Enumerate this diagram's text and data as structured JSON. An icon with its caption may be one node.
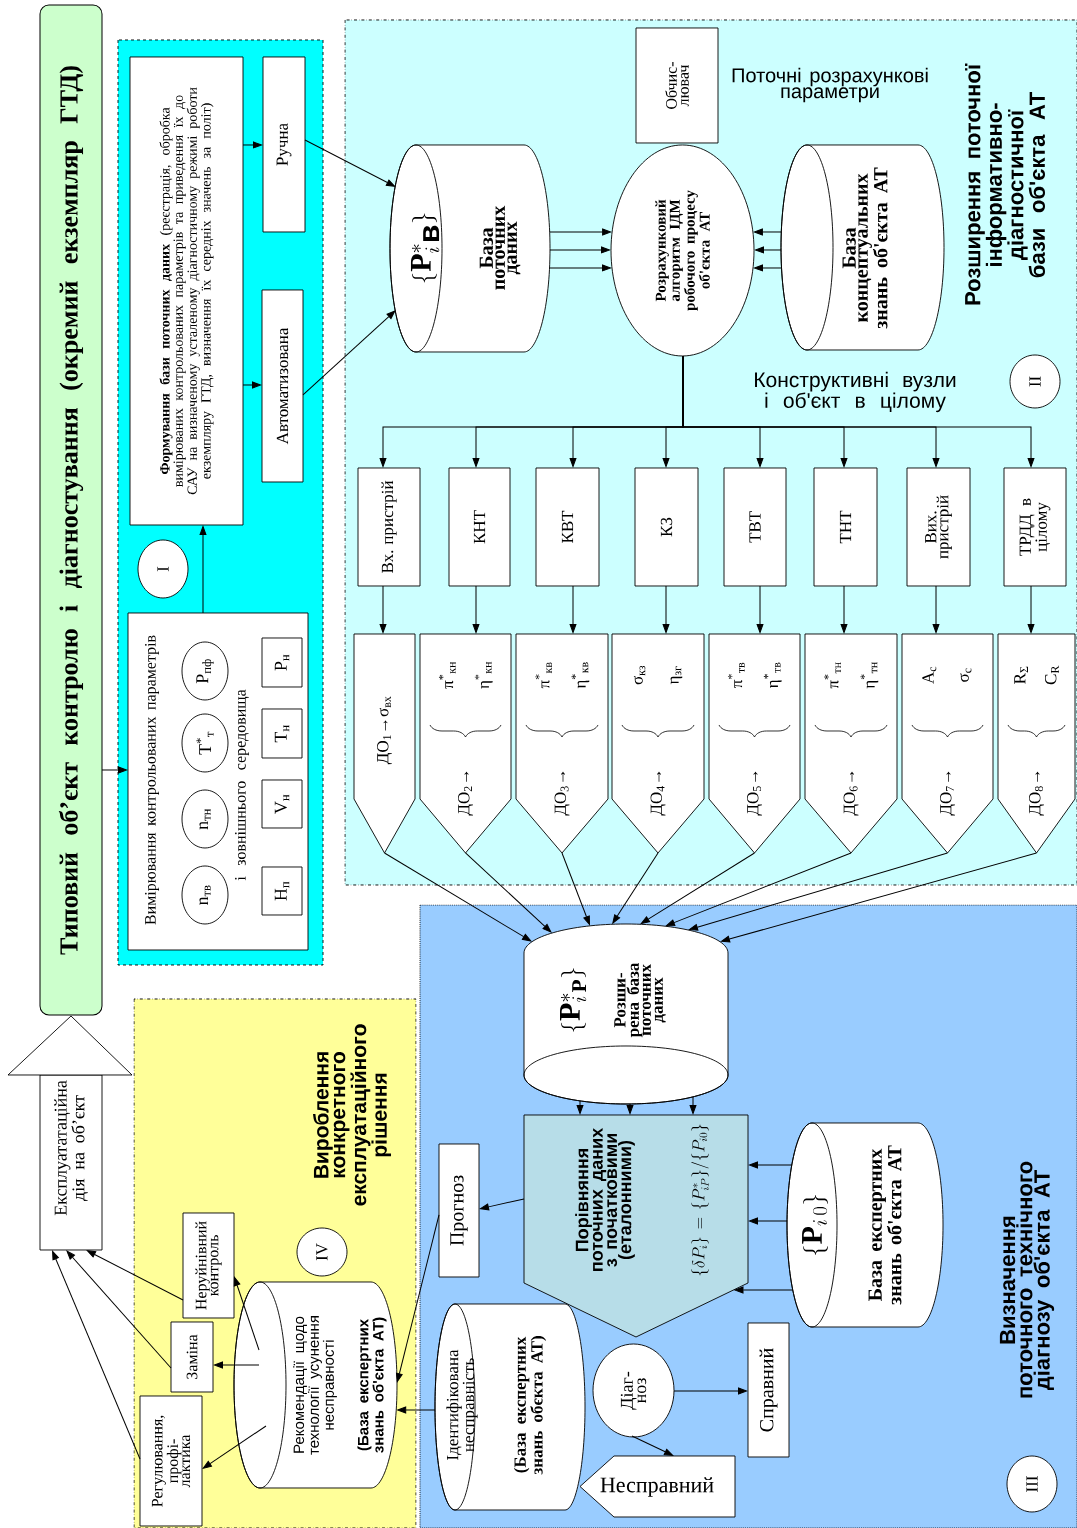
{
  "diagram": {
    "nodes": [
      {
        "text": [
          "Типовий об’єкт контролю і діагностування (окремий екземпляр ГТД)"
        ]
      },
      {
        "text": [],
        "shape": "box"
      },
      {
        "text": [
          "**Формування бази поточних даних** (реєстрація, обробка вимірюваних контрольованих параметрів та приведення їх до САУ на визначеному усталеному діагностичному режимі роботи екземпляру ГТД, визначення їх середніх значень за політ)"
        ],
        "in": 1
      },
      {
        "text": [
          "Ручна"
        ],
        "in": 1
      },
      {
        "text": [
          "Автоматизована"
        ],
        "in": 1
      },
      {
        "text": [
          "I"
        ],
        "in": 1
      },
      {
        "text": [
          "Вимірювання контрольованих параметрів",
          "і зовнішнього середовища"
        ],
        "in": 1
      },
      {
        "text": [
          "n$_{тв}$"
        ],
        "in": 6
      },
      {
        "text": [
          "n$_{тн}$"
        ],
        "in": 6
      },
      {
        "text": [
          "T$^{*}$$_{т}$"
        ],
        "in": 6
      },
      {
        "text": [
          "P$_{пф}$"
        ],
        "in": 6
      },
      {
        "text": [
          "H$_{п}$"
        ],
        "in": 6
      },
      {
        "text": [
          "V$_{н}$"
        ],
        "in": 6
      },
      {
        "text": [
          "T$_{н}$"
        ],
        "in": 6
      },
      {
        "text": [
          "P$_{н}$"
        ],
        "in": 6
      },
      {
        "text": [
          "Розширення поточної інформативно-діагностичної бази об'єкта АТ"
        ]
      },
      {
        "text": [
          "\\{\\mathbf{P}^{*}_{i\\,\\mbox{в}}\\}",
          "База поточних даних"
        ],
        "in": 15
      },
      {
        "text": [
          "Обчис- лювач"
        ],
        "in": 15
      },
      {
        "text": [
          "Розрахунковий алгоритм ІДМ робочого процесу об'єкта АТ"
        ],
        "in": 15
      },
      {
        "text": [
          "База концептуальних знань об'єкта АТ"
        ],
        "in": 15
      },
      {
        "text": [
          "II"
        ],
        "in": 15
      },
      {
        "text": [
          "Вх. пристрій"
        ],
        "in": 15
      },
      {
        "text": [
          "КНТ"
        ],
        "in": 15
      },
      {
        "text": [
          "КВТ"
        ],
        "in": 15
      },
      {
        "text": [
          "КЗ"
        ],
        "in": 15
      },
      {
        "text": [
          "ТВТ"
        ],
        "in": 15
      },
      {
        "text": [
          "ТНТ"
        ],
        "in": 15
      },
      {
        "text": [
          "Вих. пристрій"
        ],
        "in": 15
      },
      {
        "text": [
          "ТРДД в цілому"
        ],
        "in": 15
      },
      {
        "text": [
          "ДО$_{1}$→σ$_{вх}$"
        ],
        "in": 15
      },
      {
        "text": [
          "ДО$_{2}$→",
          "π$^{*}$$_{кн}$",
          "η$^{*}$$_{кн}$"
        ],
        "in": 15
      },
      {
        "text": [
          "ДО$_{3}$→",
          "π$^{*}$$_{кв}$",
          "η$^{*}$$_{кв}$"
        ],
        "in": 15
      },
      {
        "text": [
          "ДО$_{4}$→",
          "σ$_{кз}$",
          "η$_{зг}$"
        ],
        "in": 15
      },
      {
        "text": [
          "ДО$_{5}$→",
          "π$^{*}$$_{тв}$",
          "η$^{*}$$_{тв}$"
        ],
        "in": 15
      },
      {
        "text": [
          "ДО$_{6}$→",
          "π$^{*}$$_{тн}$",
          "η$^{*}$$_{тн}$"
        ],
        "in": 15
      },
      {
        "text": [
          "ДО$_{7}$→",
          "A$_{с}$",
          "σ$_{с}$"
        ],
        "in": 15
      },
      {
        "text": [
          "ДО$_{8}$→",
          "R$_{Σ}$",
          "C$_{R}$"
        ],
        "in": 15
      },
      {
        "text": [
          "Визначення поточного технічного діагнозу об'єкта АТ"
        ]
      },
      {
        "text": [
          "\\{\\mathbf{P}^{*}_{i\\,\\mathbf{P}}\\}",
          "Розши- рена база поточних даних"
        ],
        "in": 37
      },
      {
        "text": [
          "Порівняння поточних даних з початковими (еталонними)",
          "\\{\\delta P_{i}\\}= \\{P^{*}_{i P}\\}/ \\{P_{i 0}\\}"
        ],
        "in": 37
      },
      {
        "text": [
          "\\{\\mathbf{P}_{i\\,0}\\}",
          "База експертних знань об'єкта АТ"
        ],
        "in": 37
      },
      {
        "text": [
          "Прогноз"
        ],
        "in": 37
      },
      {
        "text": [
          "Ідентифікована несправність",
          "(База експертних знань обєкта АТ)"
        ],
        "in": 37
      },
      {
        "text": [
          "Діаг- ноз"
        ],
        "in": 37
      },
      {
        "text": [
          "Справний"
        ],
        "in": 37
      },
      {
        "text": [
          "Несправний"
        ],
        "in": 37
      },
      {
        "text": [
          "III"
        ],
        "in": 37
      },
      {
        "text": [
          "Вироблення конкретного експлуатаційного рішення"
        ]
      },
      {
        "text": [
          "IV"
        ],
        "in": 47
      },
      {
        "text": [
          "Рекомендації щодо технології усунення несправності",
          "(База експертних знань об'єкта АТ)"
        ],
        "in": 47
      },
      {
        "text": [
          "Неруйнівний контроль"
        ],
        "in": 47
      },
      {
        "text": [
          "Заміна"
        ],
        "in": 47
      },
      {
        "text": [
          "Регулювання, профі- лактика"
        ],
        "in": 47
      },
      {
        "text": [
          "Експлуататаційна дія на об’єкт"
        ]
      }
    ],
    "edges": [
      {
        "from": 0,
        "to": 6,
        "arrow": "to"
      },
      {
        "from": 6,
        "to": 2,
        "arrow": "to"
      },
      {
        "from": 2,
        "to": 3,
        "arrow": "to"
      },
      {
        "from": 2,
        "to": 4,
        "arrow": "to"
      },
      {
        "from": 3,
        "to": 16,
        "arrow": "to"
      },
      {
        "from": 4,
        "to": 16,
        "arrow": "to"
      },
      {
        "from": 16,
        "to": 18,
        "arrow": "to"
      },
      {
        "from": 16,
        "to": 18,
        "arrow": "to"
      },
      {
        "from": 16,
        "to": 18,
        "arrow": "to"
      },
      {
        "from": 19,
        "to": 18,
        "arrow": "to"
      },
      {
        "from": 19,
        "to": 18,
        "arrow": "to"
      },
      {
        "from": 19,
        "to": 18,
        "arrow": "to"
      },
      {
        "from": 18,
        "to": 21,
        "arrow": "to"
      },
      {
        "from": 18,
        "to": 22,
        "arrow": "to"
      },
      {
        "from": 18,
        "to": 23,
        "arrow": "to"
      },
      {
        "from": 18,
        "to": 24,
        "arrow": "to"
      },
      {
        "from": 18,
        "to": 25,
        "arrow": "to"
      },
      {
        "from": 18,
        "to": 26,
        "arrow": "to"
      },
      {
        "from": 18,
        "to": 27,
        "arrow": "to"
      },
      {
        "from": 18,
        "to": 28,
        "arrow": "to"
      },
      {
        "from": 21,
        "to": 29,
        "arrow": "to"
      },
      {
        "from": 22,
        "to": 30,
        "arrow": "to"
      },
      {
        "from": 23,
        "to": 31,
        "arrow": "to"
      },
      {
        "from": 24,
        "to": 32,
        "arrow": "to"
      },
      {
        "from": 25,
        "to": 33,
        "arrow": "to"
      },
      {
        "from": 26,
        "to": 34,
        "arrow": "to"
      },
      {
        "from": 27,
        "to": 35,
        "arrow": "to"
      },
      {
        "from": 28,
        "to": 36,
        "arrow": "to"
      },
      {
        "from": 29,
        "to": 38,
        "arrow": "to"
      },
      {
        "from": 30,
        "to": 38,
        "arrow": "to"
      },
      {
        "from": 31,
        "to": 38,
        "arrow": "to"
      },
      {
        "from": 32,
        "to": 38,
        "arrow": "to"
      },
      {
        "from": 33,
        "to": 38,
        "arrow": "to"
      },
      {
        "from": 34,
        "to": 38,
        "arrow": "to"
      },
      {
        "from": 35,
        "to": 38,
        "arrow": "to"
      },
      {
        "from": 36,
        "to": 38,
        "arrow": "to"
      },
      {
        "from": 38,
        "to": 39,
        "arrow": "to"
      },
      {
        "from": 38,
        "to": 39,
        "arrow": "to"
      },
      {
        "from": 38,
        "to": 39,
        "arrow": "to"
      },
      {
        "from": 40,
        "to": 39,
        "arrow": "to"
      },
      {
        "from": 40,
        "to": 39,
        "arrow": "to"
      },
      {
        "from": 40,
        "to": 39,
        "arrow": "to"
      },
      {
        "from": 39,
        "to": 41,
        "arrow": "to"
      },
      {
        "from": 43,
        "to": 44,
        "arrow": "to"
      },
      {
        "from": 43,
        "to": 45,
        "arrow": "to"
      },
      {
        "from": 42,
        "to": 49,
        "arrow": "to"
      },
      {
        "from": 41,
        "to": 49,
        "arrow": "to"
      },
      {
        "from": 49,
        "to": 50,
        "arrow": "to"
      },
      {
        "from": 49,
        "to": 51,
        "arrow": "to"
      },
      {
        "from": 49,
        "to": 52,
        "arrow": "to"
      },
      {
        "from": 50,
        "to": 53,
        "arrow": "to"
      },
      {
        "from": 51,
        "to": 53,
        "arrow": "to"
      },
      {
        "from": 52,
        "to": 53,
        "arrow": "to"
      },
      {
        "from": 53,
        "to": 0,
        "arrow": "to"
      }
    ],
    "labels": [
      "Конструктивні вузли і об'єкт в цілому",
      "Поточні розрахункові параметри"
    ]
  }
}
